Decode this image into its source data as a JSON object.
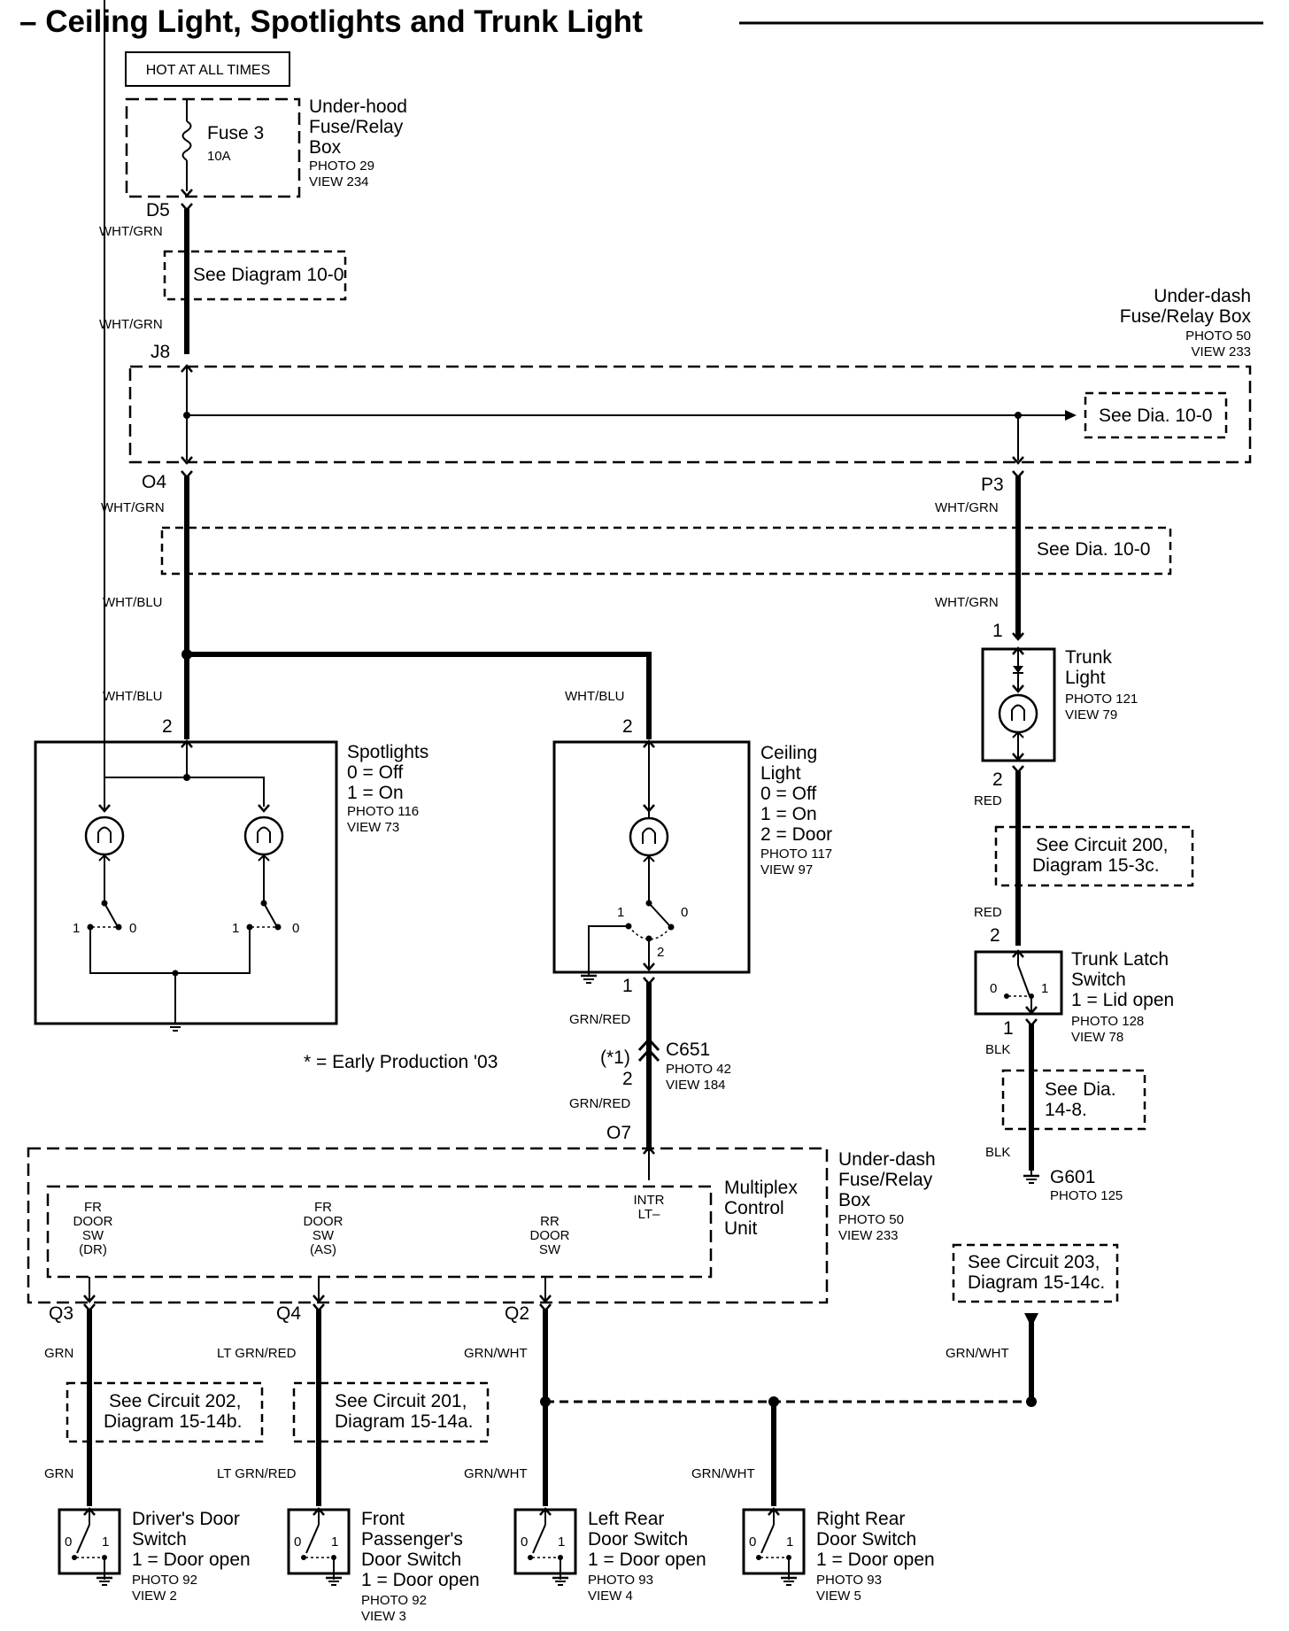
{
  "title": "– Ceiling Light, Spotlights and Trunk Light",
  "hot": "HOT AT ALL TIMES",
  "fuse": {
    "name": "Fuse 3",
    "rating": "10A"
  },
  "underhood": {
    "l1": "Under-hood",
    "l2": "Fuse/Relay",
    "l3": "Box",
    "photo": "PHOTO 29",
    "view": "VIEW 234"
  },
  "underdash_top": {
    "l1": "Under-dash",
    "l2": "Fuse/Relay Box",
    "photo": "PHOTO 50",
    "view": "VIEW 233"
  },
  "connectors": {
    "d5": "D5",
    "j8": "J8",
    "o4": "O4",
    "p3": "P3",
    "o7": "O7",
    "q3": "Q3",
    "q4": "Q4",
    "q2": "Q2"
  },
  "wires": {
    "whtgrn": "WHT/GRN",
    "whtblu": "WHT/BLU",
    "red": "RED",
    "blk": "BLK",
    "grnred": "GRN/RED",
    "grn": "GRN",
    "ltgrnred": "LT GRN/RED",
    "grnwht": "GRN/WHT"
  },
  "refs": {
    "diagram10": "See Diagram 10-0",
    "dia10a": "See Dia. 10-0",
    "dia10b": "See Dia. 10-0",
    "circuit200_1": "See Circuit 200,",
    "circuit200_2": "Diagram 15-3c.",
    "dia14_1": "See Dia.",
    "dia14_2": "14-8.",
    "circuit203_1": "See Circuit 203,",
    "circuit203_2": "Diagram 15-14c.",
    "circuit202_1": "See Circuit 202,",
    "circuit202_2": "Diagram 15-14b.",
    "circuit201_1": "See Circuit 201,",
    "circuit201_2": "Diagram 15-14a."
  },
  "pins": {
    "p1": "1",
    "p2": "2",
    "s0": "0",
    "s1": "1",
    "s2": "2"
  },
  "spotlights": {
    "l1": "Spotlights",
    "l2": "0 = Off",
    "l3": "1 = On",
    "photo": "PHOTO 116",
    "view": "VIEW 73"
  },
  "ceiling": {
    "l1": "Ceiling",
    "l2": "Light",
    "l3": "0 =  Off",
    "l4": "1 =  On",
    "l5": "2 =  Door",
    "photo": "PHOTO 117",
    "view": "VIEW 97"
  },
  "trunk_light": {
    "l1": "Trunk",
    "l2": "Light",
    "photo": "PHOTO 121",
    "view": "VIEW 79"
  },
  "trunk_latch": {
    "l1": "Trunk Latch",
    "l2": "Switch",
    "l3": "1 = Lid open",
    "photo": "PHOTO 128",
    "view": "VIEW 78"
  },
  "g601": {
    "name": "G601",
    "photo": "PHOTO 125"
  },
  "c651": {
    "name": "C651",
    "note": "(*1)",
    "photo": "PHOTO 42",
    "view": "VIEW 184"
  },
  "footnote": "* = Early Production '03",
  "underdash_bottom": {
    "l1": "Under-dash",
    "l2": "Fuse/Relay",
    "l3": "Box",
    "photo": "PHOTO 50",
    "view": "VIEW 233"
  },
  "mcu": {
    "l1": "Multiplex",
    "l2": "Control",
    "l3": "Unit",
    "intr1": "INTR",
    "intr2": "LT–"
  },
  "mcu_pins": {
    "fr_dr": [
      "FR",
      "DOOR",
      "SW",
      "(DR)"
    ],
    "fr_as": [
      "FR",
      "DOOR",
      "SW",
      "(AS)"
    ],
    "rr": [
      "RR",
      "DOOR",
      "SW"
    ]
  },
  "door_switches": [
    {
      "l1": "Driver's Door",
      "l2": "Switch",
      "l3": "1 =  Door open",
      "photo": "PHOTO 92",
      "view": "VIEW 2"
    },
    {
      "l1": "Front",
      "l2": "Passenger's",
      "l3": "Door Switch",
      "l4": "1 =  Door open",
      "photo": "PHOTO 92",
      "view": "VIEW 3"
    },
    {
      "l1": "Left Rear",
      "l2": "Door Switch",
      "l3": "1 =  Door open",
      "photo": "PHOTO 93",
      "view": "VIEW 4"
    },
    {
      "l1": "Right Rear",
      "l2": "Door Switch",
      "l3": "1 =  Door open",
      "photo": "PHOTO 93",
      "view": "VIEW 5"
    }
  ]
}
